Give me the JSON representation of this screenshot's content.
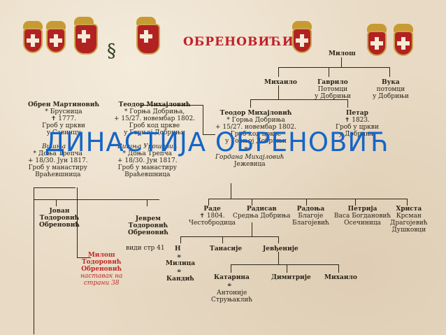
{
  "header": {
    "title": "ОБРЕНОВИЋИ"
  },
  "overlay_title": "ДИНАСТИЈА ОБРЕНОВИЋ",
  "nodes": {
    "milos_top": {
      "name": "Милош",
      "lines": []
    },
    "mihailo1": {
      "name": "Михаило",
      "lines": []
    },
    "gavrilo": {
      "name": "Гаврило",
      "lines": [
        "Потомци",
        "у Добрињи"
      ]
    },
    "vuka": {
      "name": "Вука",
      "lines": [
        "потомци",
        "у Добрињи"
      ]
    },
    "obren": {
      "name": "Обрен Мартиновић",
      "lines": [
        "* Брусница",
        "✝ 1777.",
        "Гроб у цркви",
        "у Савинцу"
      ]
    },
    "obren_wife": {
      "name": "Вишња ...",
      "lines": [
        "* Доња Трепча",
        "+ 18/30. Јун 1817.",
        "Гроб у манастиру",
        "Враћевшница"
      ]
    },
    "teodor1": {
      "name": "Теодор Михајловић",
      "lines": [
        "* Горња Добриња,",
        "+ 15/27. новембар 1802.",
        "Гроб код цркве",
        "у Горњој Добрињи"
      ]
    },
    "teodor1_wife": {
      "name": "Вишња Урошевић",
      "lines": [
        "* Доња Трепча",
        "+ 18/30. Јун 1817.",
        "Гроб у манастиру",
        "Враћевшница"
      ]
    },
    "teodor2": {
      "name": "Теодор Михајловић",
      "lines": [
        "* Горња Добриња",
        "+ 15/27. новембар 1802.",
        "Гроб код цркве",
        "у Горњој Добрињи"
      ]
    },
    "teodor2_wife": {
      "name": "Гордана Михајловић",
      "lines": [
        "Јежевица"
      ]
    },
    "petar": {
      "name": "Петар",
      "lines": [
        "✝ 1823.",
        "Гроб у цркви",
        "у Добрињи"
      ]
    },
    "rade": {
      "name": "Раде",
      "lines": [
        "✝ 1804.",
        "Честобродица"
      ]
    },
    "radisav": {
      "name": "Радисав",
      "lines": [
        "Средња Добриња"
      ]
    },
    "radonja": {
      "name": "Радоња",
      "lines": [
        "Благоје",
        "Благојевић"
      ]
    },
    "petrija": {
      "name": "Петрија",
      "lines": [
        "Васа Богдановић",
        "Осечиница"
      ]
    },
    "hrista": {
      "name": "Христа",
      "lines": [
        "Крсман",
        "Драгојевић",
        "Душковци"
      ]
    },
    "jovan": {
      "name": "Јован",
      "lines": [
        "Тодоровић",
        "Обреновић"
      ]
    },
    "jevrem": {
      "name": "Јеврем",
      "lines": [
        "Тодоровић",
        "Обреновић"
      ]
    },
    "milos_red": {
      "name": "Милош",
      "lines": [
        "Тодоровић",
        "Обреновић"
      ],
      "note": [
        "наставак на",
        "страни 38"
      ]
    },
    "vidi": {
      "name": "види стр 41",
      "lines": []
    },
    "n": {
      "name": "Н",
      "lines": []
    },
    "tanasije": {
      "name": "Танасије",
      "lines": []
    },
    "jevdjenije": {
      "name": "Јевђеније",
      "lines": []
    },
    "milica": {
      "name": "Милица",
      "lines": []
    },
    "kandic": {
      "name": "Кандић",
      "lines": []
    },
    "katarina": {
      "name": "Катарина",
      "lines": [
        "Антоније",
        "Струњаклић"
      ]
    },
    "dimitrije": {
      "name": "Димитрије",
      "lines": []
    },
    "mihailo2": {
      "name": "Михаило",
      "lines": []
    }
  },
  "colors": {
    "overlay": "#1565c8",
    "title_red": "#c0202a",
    "line": "#2a2418",
    "paper": "#e8dac4"
  }
}
